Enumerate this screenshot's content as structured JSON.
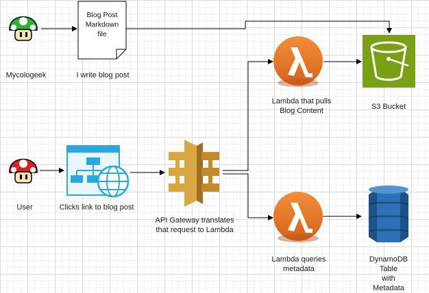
{
  "nodes": {
    "mycologeek": "Mycologeek",
    "blog_post_file": "Blog Post\nMarkdown\nfile",
    "i_write": "I write blog post",
    "lambda_pull": "Lambda that pulls\nBlog Content",
    "s3_bucket": "S3 Bucket",
    "user": "User",
    "clicks_link": "Clicks link to blog post",
    "api_gateway": "API Gateway translates\nthat request to Lambda",
    "lambda_query": "Lambda queries\nmetadata",
    "dynamodb": "DynamoDB Table\nwith Metadata"
  },
  "colors": {
    "lambda_orange": "#e97d28",
    "s3_green": "#7aa116",
    "api_gold": "#d9a741",
    "dynamo_blue": "#2d72b8",
    "web_blue": "#29a8e0",
    "mushroom_green": "#2fae3a",
    "mushroom_red": "#d8232a"
  }
}
